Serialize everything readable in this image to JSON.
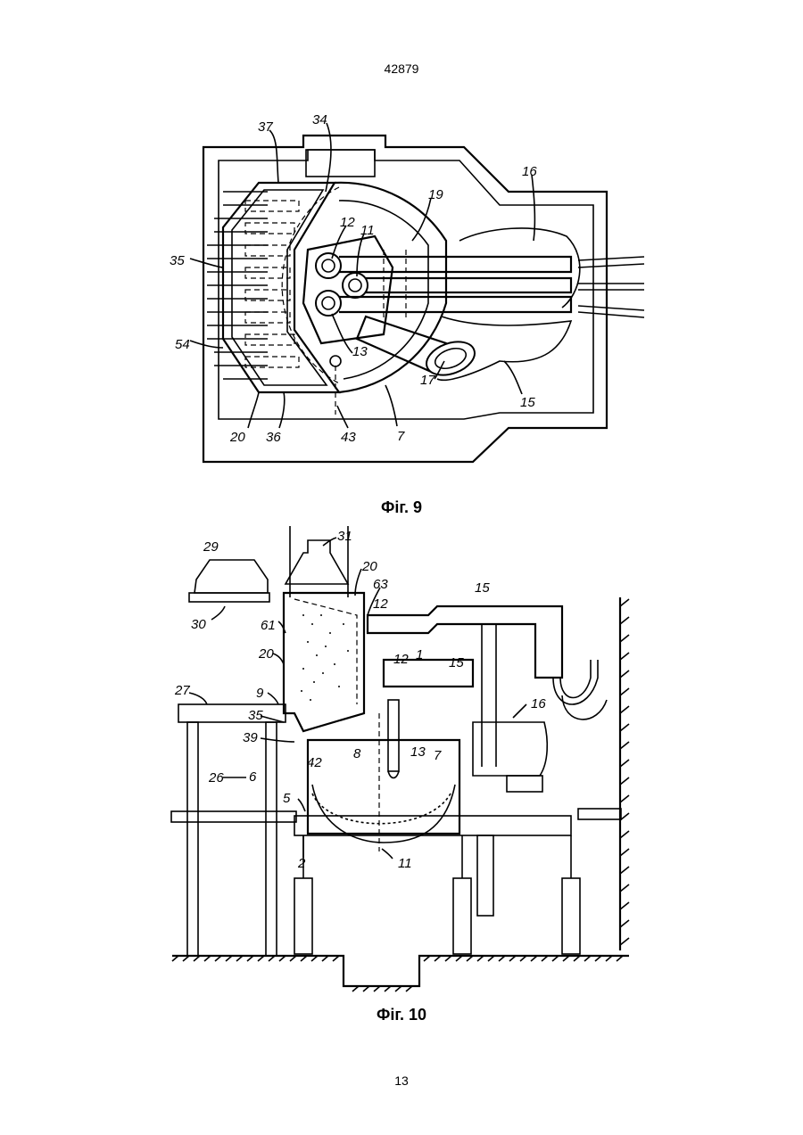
{
  "header": {
    "doc_number": "42879"
  },
  "figures": [
    {
      "caption": "Фіг. 9",
      "labels": [
        "37",
        "34",
        "16",
        "19",
        "12",
        "11",
        "35",
        "54",
        "13",
        "17",
        "15",
        "20",
        "36",
        "43",
        "7"
      ]
    },
    {
      "caption": "Фіг. 10",
      "labels": [
        "29",
        "31",
        "20",
        "63",
        "12",
        "15",
        "30",
        "61",
        "12",
        "1",
        "15",
        "20",
        "27",
        "9",
        "16",
        "35",
        "39",
        "8",
        "13",
        "7",
        "42",
        "6",
        "26",
        "5",
        "11",
        "2"
      ]
    }
  ],
  "footer": {
    "page_number": "13"
  }
}
